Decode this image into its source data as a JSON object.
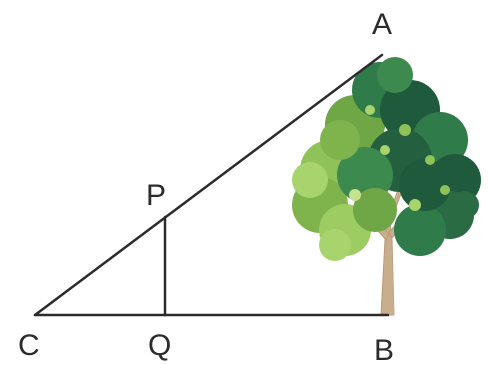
{
  "diagram": {
    "points": {
      "A": "A",
      "B": "B",
      "C": "C",
      "P": "P",
      "Q": "Q"
    },
    "colors": {
      "line": "#2b2b2b",
      "trunk": "#c9ae8e",
      "foliage_dark": "#1f5a3c",
      "foliage_mid": "#2f7b4a",
      "foliage_light": "#8fc35a"
    },
    "icons": {
      "tree": "tree-icon"
    }
  }
}
